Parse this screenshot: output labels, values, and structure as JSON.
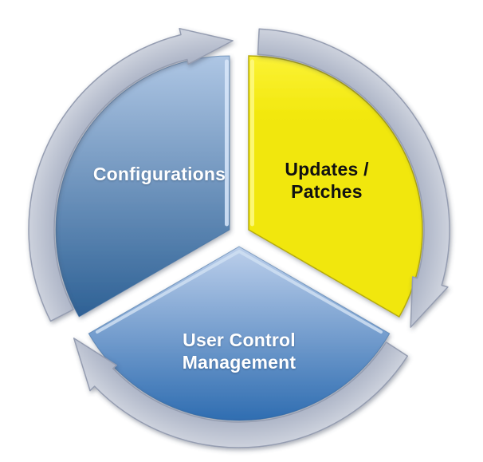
{
  "diagram": {
    "type": "cycle-diagram",
    "segment_count": 3,
    "segments": [
      {
        "id": "configurations",
        "label": "Configurations",
        "fill": "blue-gradient",
        "text_color": "#ffffff"
      },
      {
        "id": "updates-patches",
        "label": "Updates /\nPatches",
        "fill": "yellow-gradient",
        "text_color": "#111111"
      },
      {
        "id": "user-control-management",
        "label": "User Control\nManagement",
        "fill": "blue-gradient",
        "text_color": "#ffffff"
      }
    ],
    "colors": {
      "blue_light": "#aec6e4",
      "blue_dark": "#2e6195",
      "blue_bottom_light": "#bccfeb",
      "blue_bottom_dark": "#2f6db1",
      "blue_border": "#3d6b9e",
      "yellow_light": "#fbf235",
      "yellow": "#f1e70a",
      "yellow_border": "#b5ab0a",
      "arrow_light": "#cdd2dd",
      "arrow_dark": "#a9b1c4",
      "arrow_border": "#959db1",
      "background": "#ffffff"
    }
  }
}
